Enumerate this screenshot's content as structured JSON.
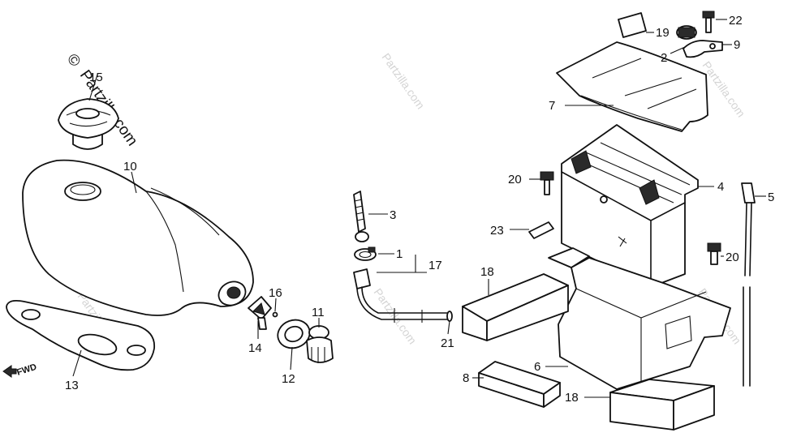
{
  "watermark": {
    "symbol": "©",
    "site": "Partzilla.com"
  },
  "direction_marker": "FWD",
  "callouts": [
    {
      "id": "c1",
      "text": "1"
    },
    {
      "id": "c2",
      "text": "2"
    },
    {
      "id": "c3",
      "text": "3"
    },
    {
      "id": "c4",
      "text": "4"
    },
    {
      "id": "c5",
      "text": "5"
    },
    {
      "id": "c6",
      "text": "6"
    },
    {
      "id": "c7",
      "text": "7"
    },
    {
      "id": "c8",
      "text": "8"
    },
    {
      "id": "c9",
      "text": "9"
    },
    {
      "id": "c10",
      "text": "10"
    },
    {
      "id": "c11",
      "text": "11"
    },
    {
      "id": "c12",
      "text": "12"
    },
    {
      "id": "c13",
      "text": "13"
    },
    {
      "id": "c14",
      "text": "14"
    },
    {
      "id": "c15",
      "text": "15"
    },
    {
      "id": "c16",
      "text": "16"
    },
    {
      "id": "c17",
      "text": "17"
    },
    {
      "id": "c18a",
      "text": "18"
    },
    {
      "id": "c18b",
      "text": "18"
    },
    {
      "id": "c19",
      "text": "19"
    },
    {
      "id": "c20a",
      "text": "20"
    },
    {
      "id": "c20b",
      "text": "20"
    },
    {
      "id": "c21",
      "text": "21"
    },
    {
      "id": "c22",
      "text": "22"
    },
    {
      "id": "c23",
      "text": "23"
    }
  ]
}
